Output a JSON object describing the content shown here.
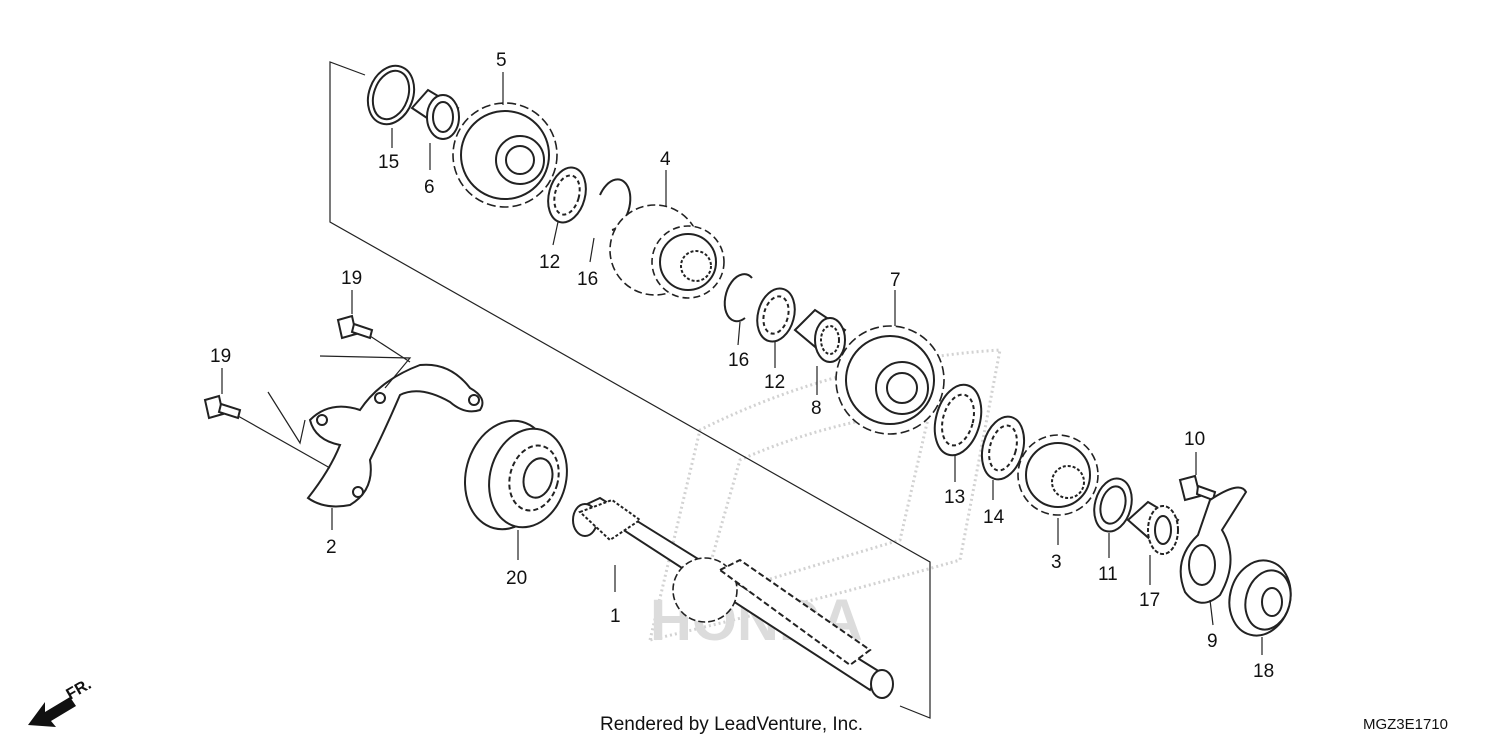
{
  "diagram": {
    "credit": "Rendered by LeadVenture, Inc.",
    "code": "MGZ3E1710",
    "front_label": "FR.",
    "callouts": [
      "1",
      "2",
      "3",
      "4",
      "5",
      "6",
      "7",
      "8",
      "9",
      "10",
      "11",
      "12",
      "12",
      "13",
      "14",
      "15",
      "16",
      "16",
      "17",
      "18",
      "19",
      "19",
      "20"
    ]
  }
}
